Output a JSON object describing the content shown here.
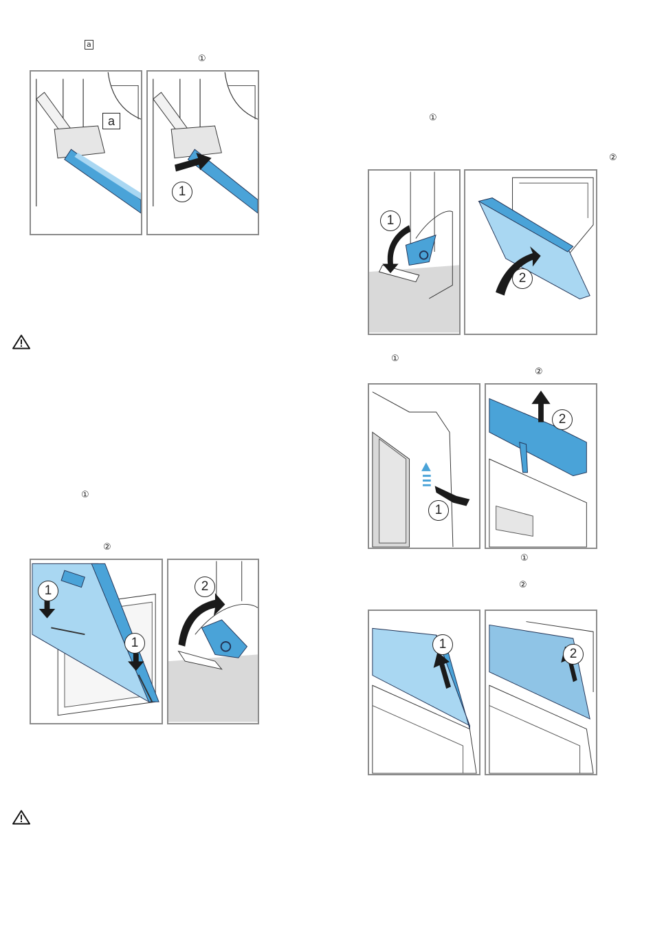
{
  "markers": {
    "label_a": "a",
    "step1": "①",
    "step2": "②"
  },
  "figure_labels": {
    "a": "a",
    "one": "1",
    "two": "2"
  },
  "colors": {
    "accent_blue": "#4aa3d8",
    "light_blue": "#a9d7f2",
    "frame_gray": "#8a8a8a",
    "fill_gray": "#d9d9d9",
    "arrow_black": "#1a1a1a"
  },
  "icons": {
    "warning": "warning-triangle-icon"
  }
}
